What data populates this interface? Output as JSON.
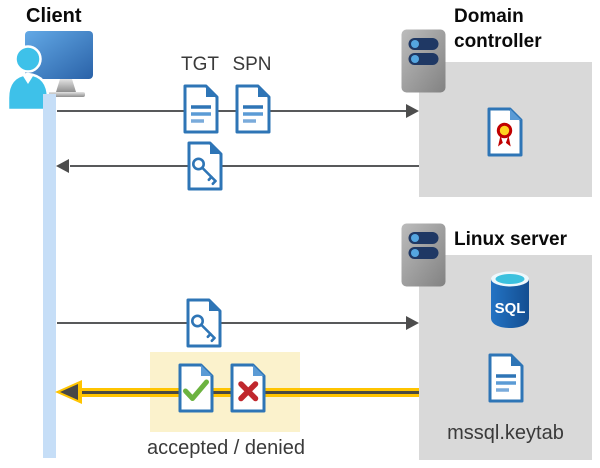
{
  "diagram": {
    "client": {
      "label": "Client"
    },
    "domain_controller": {
      "label": "Domain controller"
    },
    "linux_server": {
      "label": "Linux server",
      "sql_badge": "SQL",
      "keytab_file": "mssql.keytab"
    },
    "flow": {
      "tgt_label": "TGT",
      "spn_label": "SPN",
      "result_label": "accepted / denied"
    }
  },
  "colors": {
    "doc_border_blue": "#2E75B6",
    "doc_line_blue": "#5B9BD5",
    "box_gray": "#D9D9D9",
    "highlight_yellow": "#FBF2CC",
    "timeline_blue": "#C6DEF7",
    "arrow_gray": "#58595B",
    "arrow_yellow": "#FFC400",
    "check_green": "#6CB33F",
    "cross_red": "#C0272D",
    "cert_gold": "#FFD321",
    "cert_red": "#C00000",
    "server_bar_navy": "#1F3864",
    "sql_blue": "#1A5FB0",
    "person_cyan": "#3EC1E9",
    "text_dark": "#3A3A3A"
  },
  "icons": {
    "client": "monitor-user-icon",
    "domain_controller": "server-icon",
    "linux_server": "server-icon",
    "tgt": "document-icon",
    "spn": "document-icon",
    "ticket": "key-document-icon",
    "certificate": "certificate-document-icon",
    "sql": "sql-database-icon",
    "keytab": "document-icon",
    "accepted": "check-document-icon",
    "denied": "cross-document-icon"
  }
}
